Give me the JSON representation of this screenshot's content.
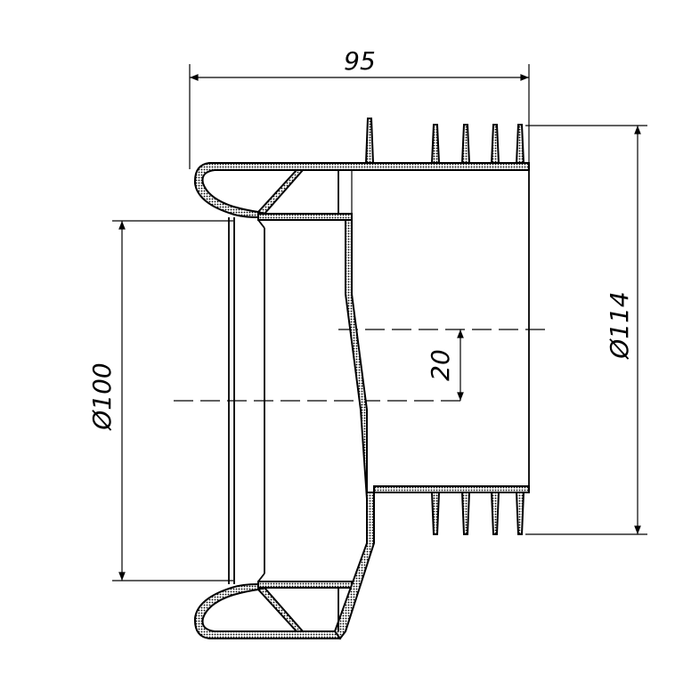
{
  "dimensions": {
    "length": "95",
    "outer_diameter": "Ø114",
    "inner_diameter": "Ø100",
    "offset": "20"
  },
  "colors": {
    "line": "#000000",
    "background": "#ffffff"
  }
}
